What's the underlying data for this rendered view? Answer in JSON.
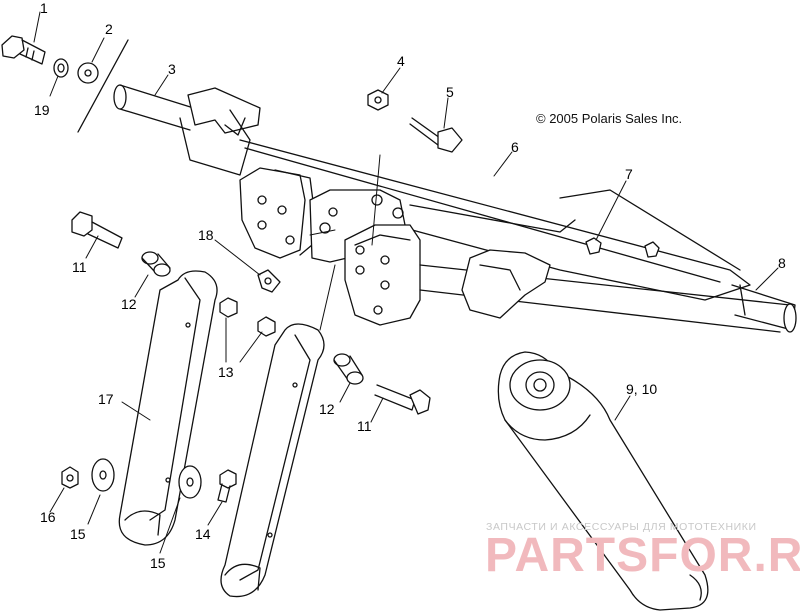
{
  "copyright": "© 2005 Polaris Sales Inc.",
  "watermark": {
    "subtitle": "ЗАПЧАСТИ И АКСЕССУАРЫ ДЛЯ МОТОТЕХНИКИ",
    "brand": "PARTSFOR.RU"
  },
  "callouts": {
    "c1": "1",
    "c2": "2",
    "c3": "3",
    "c4": "4",
    "c5": "5",
    "c6": "6",
    "c7": "7",
    "c8": "8",
    "c9_10": "9, 10",
    "c11a": "11",
    "c11b": "11",
    "c12a": "12",
    "c12b": "12",
    "c13": "13",
    "c14": "14",
    "c15a": "15",
    "c15b": "15",
    "c16": "16",
    "c17": "17",
    "c18": "18",
    "c19": "19"
  },
  "colors": {
    "line": "#111111",
    "watermark": "#f1b9bd"
  }
}
